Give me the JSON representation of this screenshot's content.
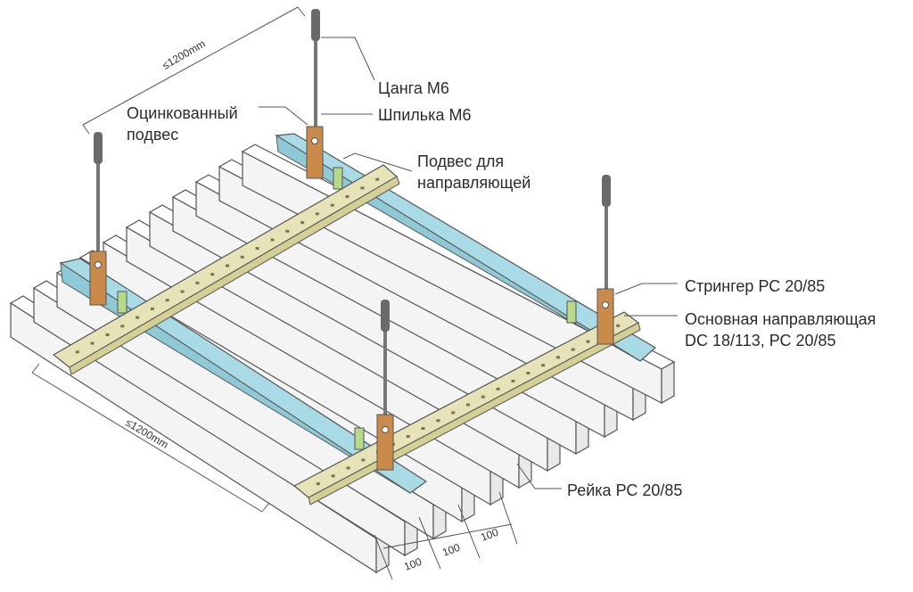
{
  "labels": {
    "collet": "Цанга М6",
    "stud": "Шпилька М6",
    "hanger_line1": "Оцинкованный",
    "hanger_line2": "подвес",
    "guide_hanger_line1": "Подвес  для",
    "guide_hanger_line2": "направляющей",
    "stringer": "Стрингер РС 20/85",
    "main_guide_line1": "Основная направляющая",
    "main_guide_line2": "DC 18/113, РС 20/85",
    "rail": "Рейка РС 20/85"
  },
  "dimensions": {
    "top_span": "≤1200mm",
    "side_span": "≤1200mm",
    "pitch_1": "100",
    "pitch_2": "100",
    "pitch_3": "100"
  },
  "colors": {
    "guide": "#a9dbe6",
    "stringer": "#e6e3b8",
    "hanger": "#c98a4a",
    "clip": "#b6d98a",
    "rail": "#ffffff",
    "outline": "#555555"
  }
}
